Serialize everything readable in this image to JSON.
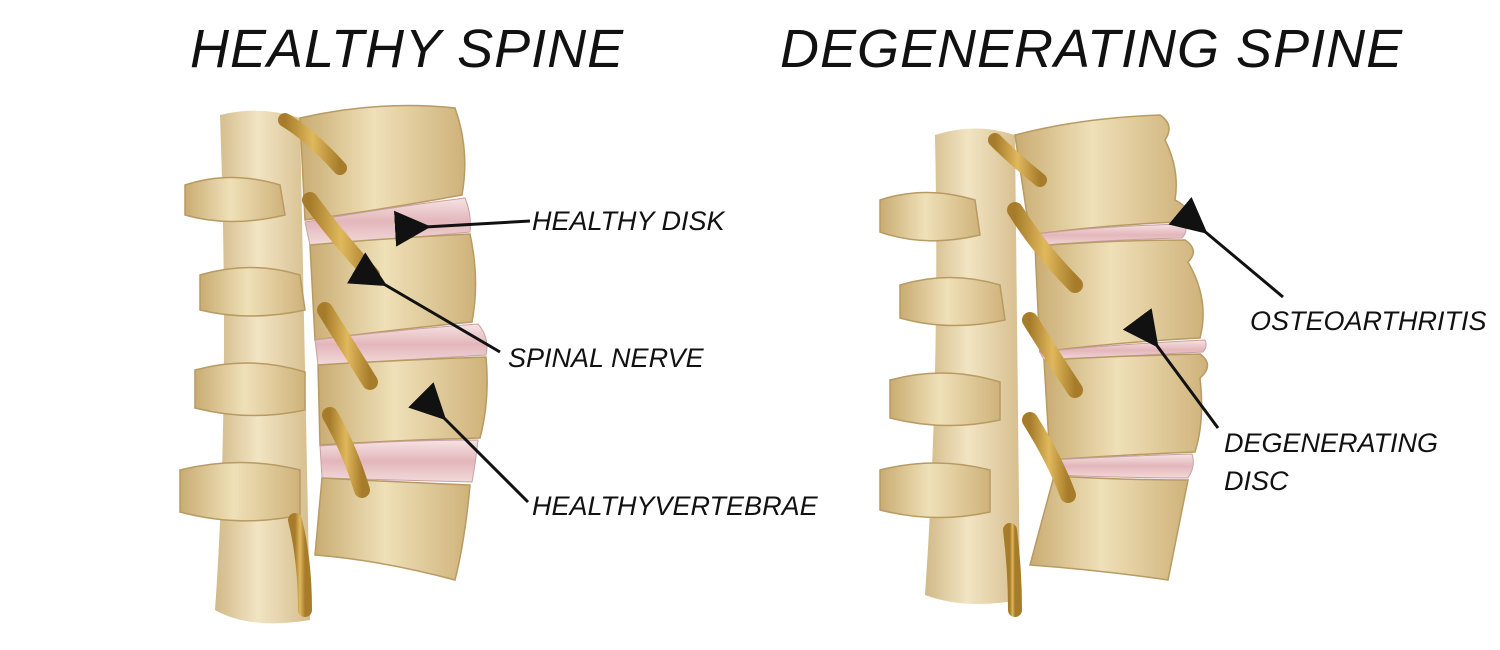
{
  "titles": {
    "healthy": "HEALTHY SPINE",
    "degenerating": "DEGENERATING SPINE"
  },
  "labels": {
    "healthy_disk": "HEALTHY DISK",
    "spinal_nerve": "SPINAL NERVE",
    "healthy_vertebrae": "HEALTHYVERTEBRAE",
    "osteoarthritis": "OSTEOARTHRITIS",
    "degenerating_line1": "DEGENERATING",
    "degenerating_line2": "DISC"
  },
  "colors": {
    "bone": "#e6d3a5",
    "bone_dark": "#b89a62",
    "disc": "#e8c4c6",
    "nerve": "#c59a3e",
    "arrow": "#111111"
  }
}
